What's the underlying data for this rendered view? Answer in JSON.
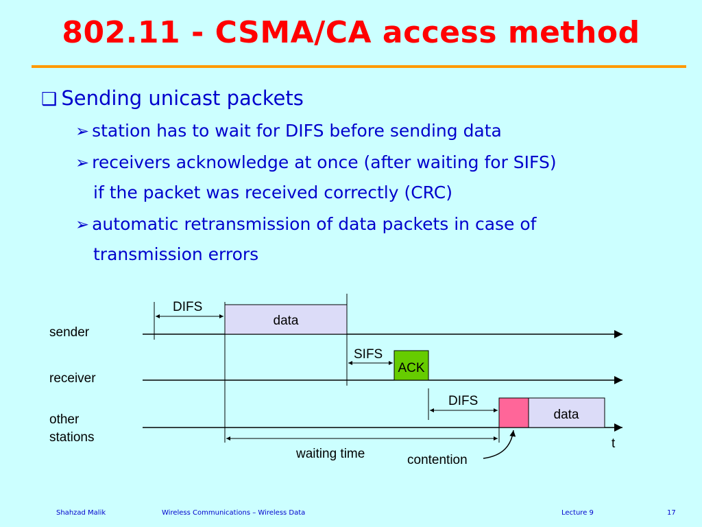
{
  "slide": {
    "title": "802.11 - CSMA/CA access method",
    "bullet_main": "Sending unicast packets",
    "sub_bullets": [
      {
        "line1": "station has to wait for DIFS before sending data"
      },
      {
        "line1": "receivers acknowledge at once (after waiting for SIFS)",
        "line2": "if the packet was received correctly (CRC)"
      },
      {
        "line1": "automatic retransmission of data packets in case of",
        "line2": "transmission errors"
      }
    ]
  },
  "diagram": {
    "rows": {
      "sender": "sender",
      "receiver": "receiver",
      "other_line1": "other",
      "other_line2": "stations"
    },
    "labels": {
      "difs_top": "DIFS",
      "data_top": "data",
      "sifs": "SIFS",
      "ack": "ACK",
      "difs_bottom": "DIFS",
      "data_bottom": "data",
      "time": "t",
      "waiting_time": "waiting time",
      "contention": "contention"
    },
    "colors": {
      "data_fill": "#dcdcf8",
      "ack_fill": "#66cc00",
      "contention_fill": "#ff6699",
      "line": "#000000"
    }
  },
  "footer": {
    "author": "Shahzad Malik",
    "course": "Wireless Communications – Wireless Data",
    "lecture": "Lecture 9",
    "page": "17"
  },
  "icons": {
    "main_bullet": "checkbox-square-icon",
    "sub_bullet": "arrowhead-icon"
  }
}
